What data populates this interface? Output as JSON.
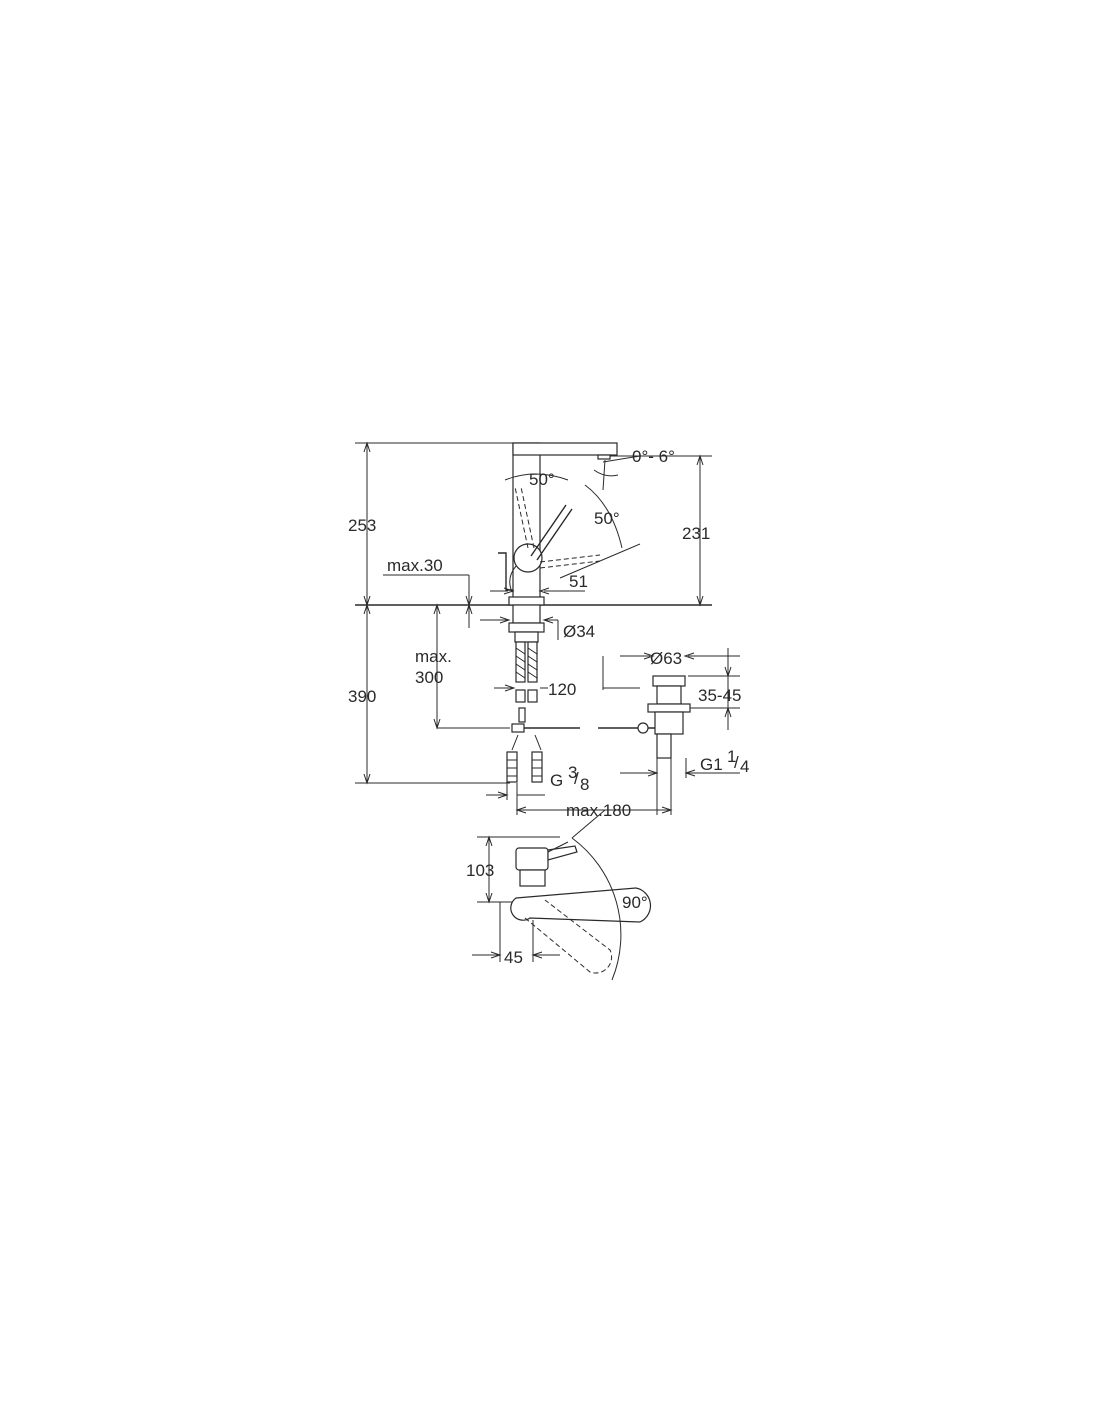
{
  "dimensions": {
    "height_total": "253",
    "spout_height": "231",
    "spout_angle": "0°- 6°",
    "handle_angle_front": "50°",
    "handle_angle_back": "50°",
    "max_deck_thickness": "max.30",
    "body_width": "51",
    "shank_diameter": "Ø34",
    "below_deck_total": "390",
    "max_hose_label_line1": "max.",
    "max_hose_label_line2": "300",
    "rod_distance": "120",
    "waste_diameter": "Ø63",
    "waste_height_range": "35-45",
    "waste_thread": "G1",
    "waste_thread_frac_num": "1",
    "waste_thread_frac_den": "4",
    "supply_thread": "G",
    "supply_thread_frac_num": "3",
    "supply_thread_frac_den": "8",
    "max_reach": "max.180",
    "top_view_depth": "103",
    "top_view_offset": "45",
    "swivel_angle": "90°"
  }
}
